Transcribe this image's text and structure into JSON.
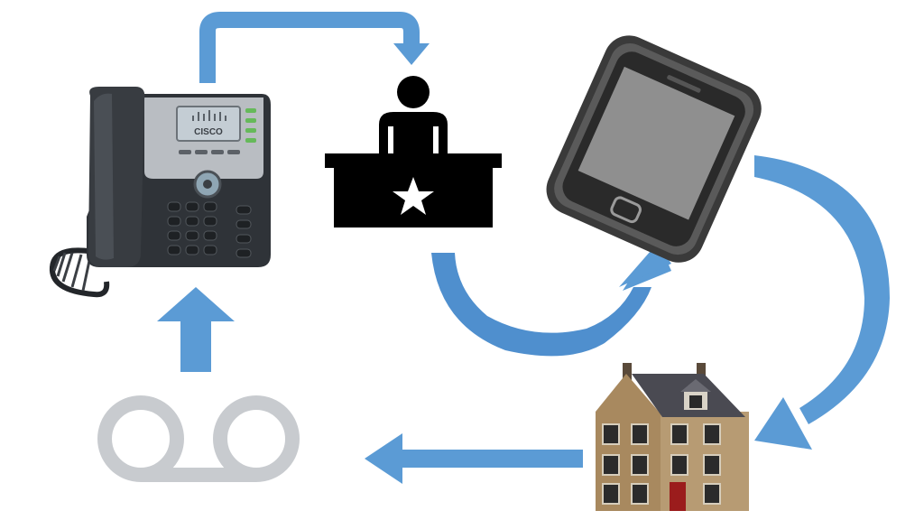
{
  "diagram": {
    "nodes": [
      {
        "id": "desk-phone",
        "icon": "desk-phone-icon",
        "brand_label": "CISCO"
      },
      {
        "id": "reception",
        "icon": "reception-desk-icon"
      },
      {
        "id": "mobile",
        "icon": "smartphone-icon"
      },
      {
        "id": "home",
        "icon": "house-icon"
      },
      {
        "id": "voicemail",
        "icon": "voicemail-icon"
      }
    ],
    "flow": [
      {
        "from": "desk-phone",
        "to": "reception"
      },
      {
        "from": "reception",
        "to": "mobile"
      },
      {
        "from": "mobile",
        "to": "home"
      },
      {
        "from": "home",
        "to": "voicemail"
      },
      {
        "from": "voicemail",
        "to": "desk-phone"
      }
    ]
  },
  "colors": {
    "arrow": "#5b9bd5",
    "arrow_dark": "#3f7fbf",
    "phone_body": "#2f3338",
    "phone_panel": "#b9bdc2",
    "screen": "#c4cdd4",
    "desk": "#000000",
    "mobile_frame": "#3a3a3a",
    "mobile_screen": "#8f8f8f",
    "house_wall": "#b79b73",
    "house_roof": "#4a4a52",
    "door": "#9b1c1c",
    "voicemail": "#c8cbcf"
  }
}
